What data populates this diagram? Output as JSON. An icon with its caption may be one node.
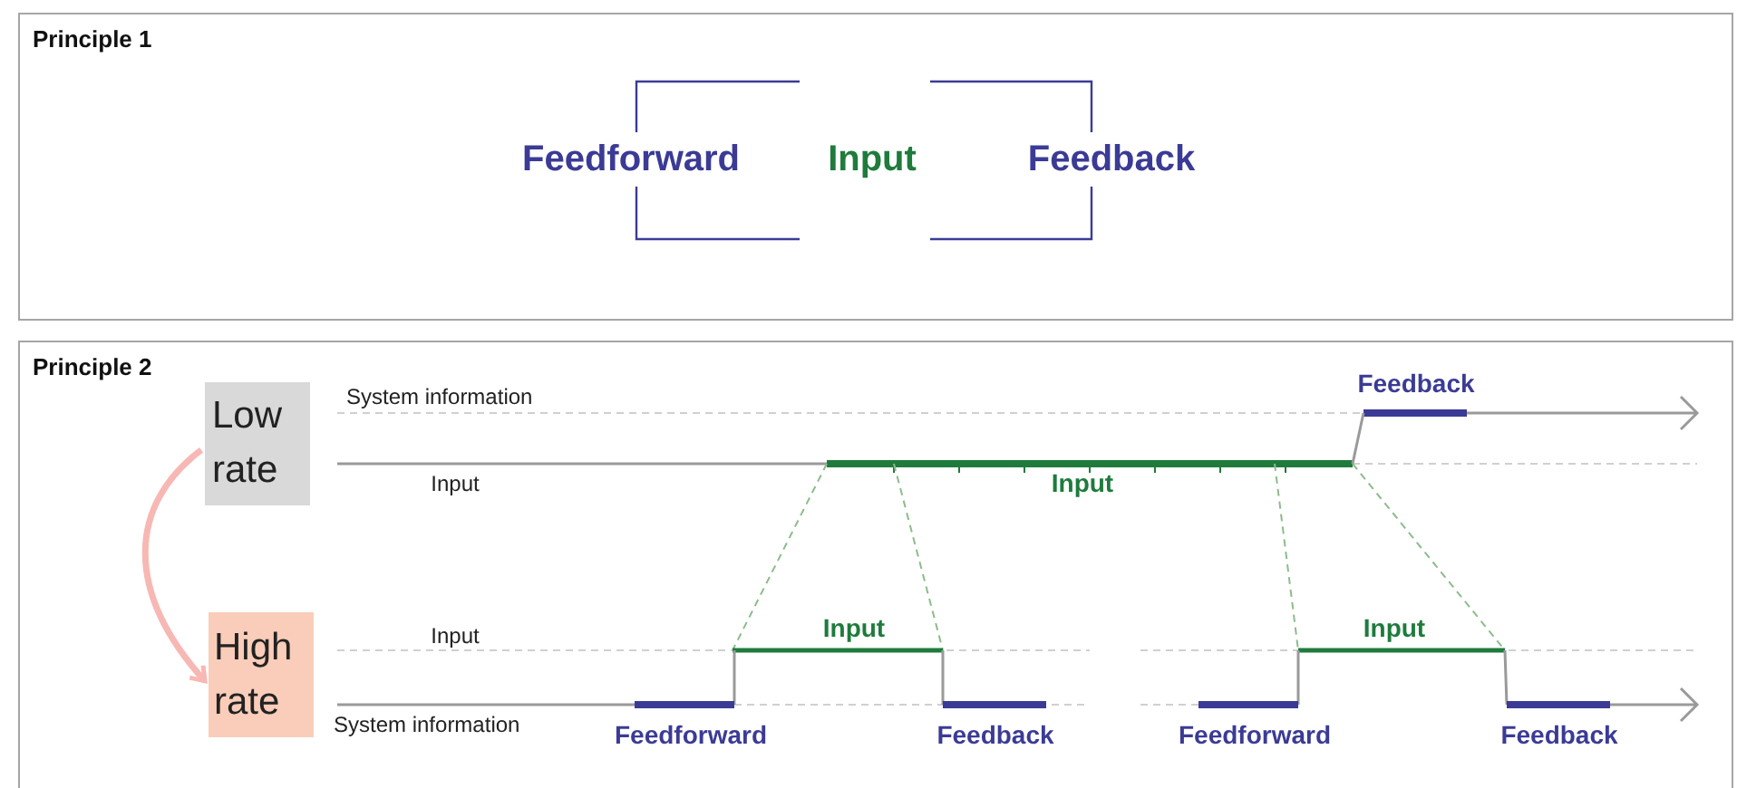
{
  "diagram": {
    "nodes": [
      {
        "text": [
          "Principle 1"
        ]
      },
      {
        "text": [
          "Feedforward"
        ],
        "in": 0
      },
      {
        "text": [
          "Input"
        ],
        "in": 0
      },
      {
        "text": [
          "Feedback"
        ],
        "in": 0
      },
      {
        "text": [
          "Principle 2"
        ]
      },
      {
        "text": [
          "Low rate"
        ],
        "in": 4
      },
      {
        "text": [
          "High rate"
        ],
        "in": 4
      }
    ],
    "edges": [
      {
        "from": 5,
        "to": 6,
        "arrow": "to",
        "color": "#f7b8b4"
      }
    ],
    "labels": [
      "System information",
      "Feedback",
      "Input",
      "Input",
      "Input",
      "Input",
      "Input",
      "System information",
      "Feedforward",
      "Feedback",
      "Feedforward",
      "Feedback"
    ]
  }
}
